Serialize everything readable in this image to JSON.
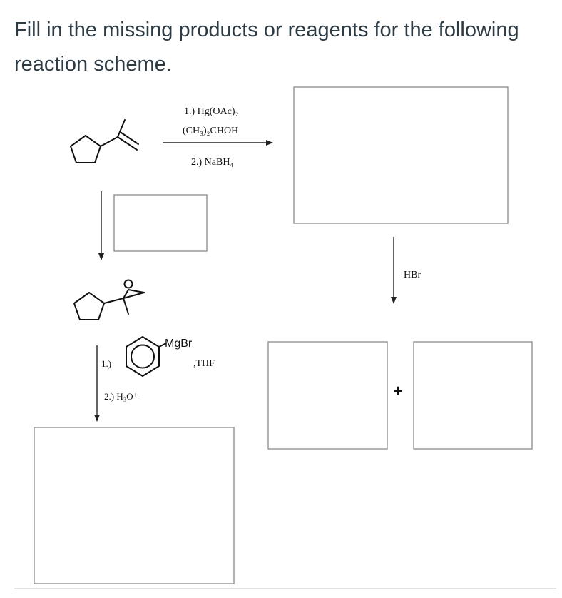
{
  "question": {
    "text": "Fill in the missing products or reagents for the following reaction scheme."
  },
  "step1_reagents": {
    "line1": "1.) Hg(OAc)₂",
    "line2": "(CH₃)₂CHOH",
    "line3": "2.) NaBH₄"
  },
  "step2_reagent": {
    "text": "HBr"
  },
  "step3_reagents": {
    "step1_prefix": "1.)",
    "grignard_group": "MgBr",
    "solvent": ",THF",
    "step2": "2.) H₃O⁺"
  },
  "plus_sign": "+",
  "answer_boxes": [
    {
      "id": "product-hydration"
    },
    {
      "id": "reagent-epoxidation"
    },
    {
      "id": "product-hbr-1"
    },
    {
      "id": "product-hbr-2"
    },
    {
      "id": "product-grignard"
    }
  ]
}
